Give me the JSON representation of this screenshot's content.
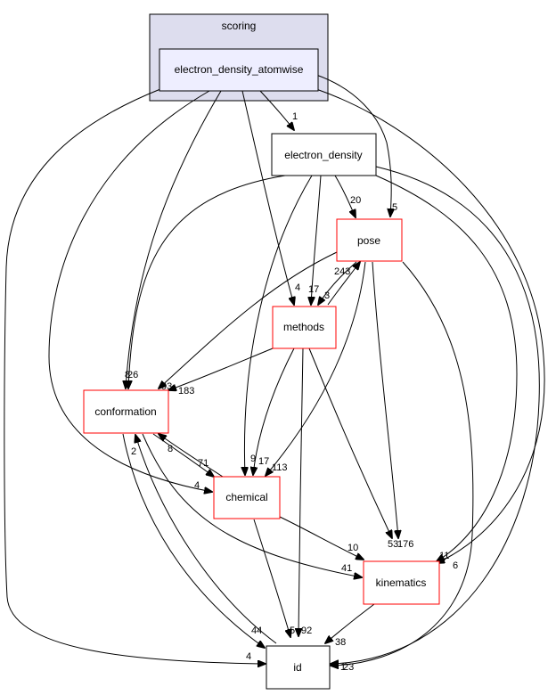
{
  "cluster": {
    "label": "scoring"
  },
  "nodes": {
    "electron_density_atomwise": {
      "label": "electron_density_atomwise",
      "border": "#000000",
      "fill": "#eeeeff"
    },
    "electron_density": {
      "label": "electron_density",
      "border": "#000000",
      "fill": "#ffffff"
    },
    "pose": {
      "label": "pose",
      "border": "#ff0000",
      "fill": "#ffffff"
    },
    "methods": {
      "label": "methods",
      "border": "#ff0000",
      "fill": "#ffffff"
    },
    "conformation": {
      "label": "conformation",
      "border": "#ff0000",
      "fill": "#ffffff"
    },
    "chemical": {
      "label": "chemical",
      "border": "#ff0000",
      "fill": "#ffffff"
    },
    "kinematics": {
      "label": "kinematics",
      "border": "#ff0000",
      "fill": "#ffffff"
    },
    "id": {
      "label": "id",
      "border": "#000000",
      "fill": "#ffffff"
    }
  },
  "edges": [
    {
      "from": "electron_density_atomwise",
      "to": "electron_density",
      "label": "1"
    },
    {
      "from": "electron_density_atomwise",
      "to": "pose",
      "label": "5"
    },
    {
      "from": "electron_density_atomwise",
      "to": "methods",
      "label": "4"
    },
    {
      "from": "electron_density_atomwise",
      "to": "conformation",
      "label": "8"
    },
    {
      "from": "electron_density_atomwise",
      "to": "chemical",
      "label": "4"
    },
    {
      "from": "electron_density_atomwise",
      "to": "kinematics",
      "label": "6"
    },
    {
      "from": "electron_density_atomwise",
      "to": "id",
      "label": "4"
    },
    {
      "from": "electron_density",
      "to": "pose",
      "label": "20"
    },
    {
      "from": "electron_density",
      "to": "methods",
      "label": "17"
    },
    {
      "from": "electron_density",
      "to": "conformation",
      "label": "26"
    },
    {
      "from": "electron_density",
      "to": "chemical",
      "label": "9"
    },
    {
      "from": "electron_density",
      "to": "kinematics",
      "label": "11"
    },
    {
      "from": "electron_density",
      "to": "id",
      "label": "1"
    },
    {
      "from": "pose",
      "to": "methods",
      "label": "3"
    },
    {
      "from": "methods",
      "to": "pose",
      "label": "243"
    },
    {
      "from": "pose",
      "to": "conformation",
      "label": "93"
    },
    {
      "from": "pose",
      "to": "chemical",
      "label": "113"
    },
    {
      "from": "pose",
      "to": "kinematics",
      "label": "176"
    },
    {
      "from": "pose",
      "to": "id",
      "label": "23"
    },
    {
      "from": "methods",
      "to": "conformation",
      "label": "183"
    },
    {
      "from": "methods",
      "to": "chemical",
      "label": "17"
    },
    {
      "from": "methods",
      "to": "kinematics",
      "label": "53"
    },
    {
      "from": "methods",
      "to": "id",
      "label": "92"
    },
    {
      "from": "conformation",
      "to": "chemical",
      "label": "71"
    },
    {
      "from": "chemical",
      "to": "conformation",
      "label": "8"
    },
    {
      "from": "conformation",
      "to": "kinematics",
      "label": "41"
    },
    {
      "from": "conformation",
      "to": "id",
      "label": "44"
    },
    {
      "from": "id",
      "to": "conformation",
      "label": "2"
    },
    {
      "from": "chemical",
      "to": "kinematics",
      "label": "10"
    },
    {
      "from": "chemical",
      "to": "id",
      "label": "5"
    },
    {
      "from": "kinematics",
      "to": "id",
      "label": "38"
    }
  ]
}
